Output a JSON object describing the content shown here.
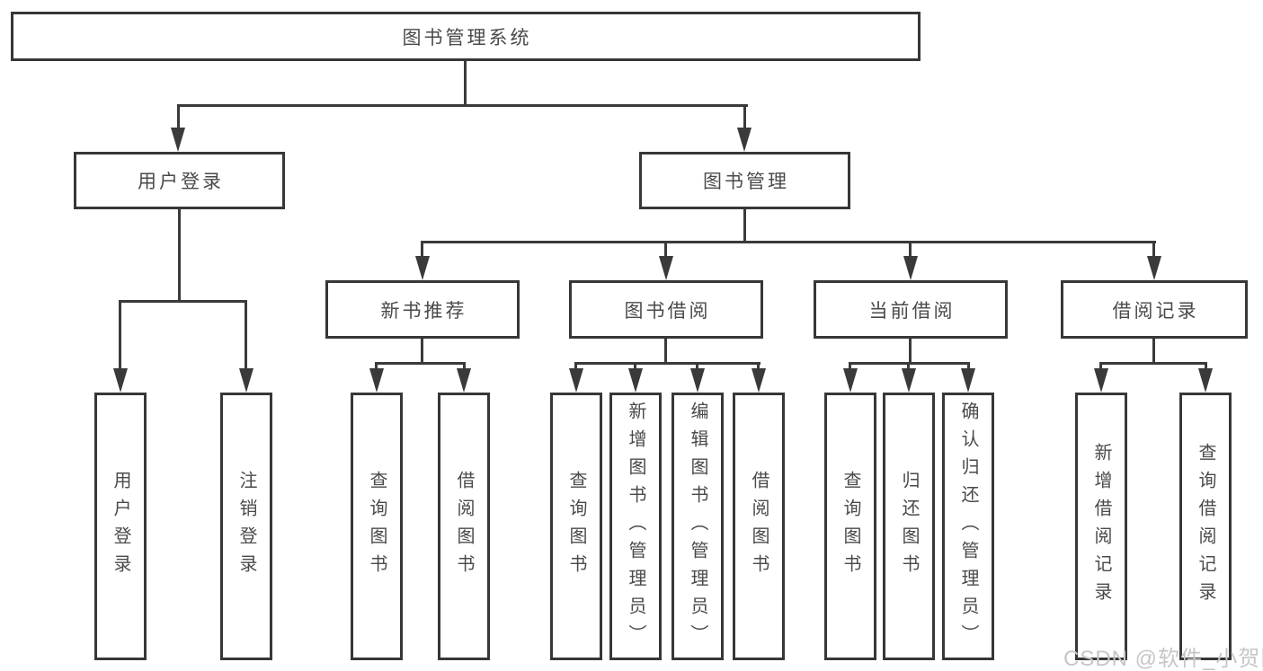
{
  "tree": {
    "root": {
      "label": "图书管理系统"
    },
    "branches": [
      {
        "label": "用户登录",
        "children": [
          {
            "label": "用户登录"
          },
          {
            "label": "注销登录"
          }
        ]
      },
      {
        "label": "图书管理",
        "children": [
          {
            "label": "新书推荐",
            "children": [
              {
                "label": "查询图书"
              },
              {
                "label": "借阅图书"
              }
            ]
          },
          {
            "label": "图书借阅",
            "children": [
              {
                "label": "查询图书"
              },
              {
                "label": "新增图书（管理员）"
              },
              {
                "label": "编辑图书（管理员）"
              },
              {
                "label": "借阅图书"
              }
            ]
          },
          {
            "label": "当前借阅",
            "children": [
              {
                "label": "查询图书"
              },
              {
                "label": "归还图书"
              },
              {
                "label": "确认归还（管理员）"
              }
            ]
          },
          {
            "label": "借阅记录",
            "children": [
              {
                "label": "新增借阅记录"
              },
              {
                "label": "查询借阅记录"
              }
            ]
          }
        ]
      }
    ]
  },
  "watermark": {
    "text": "CSDN @软件_小贺同学"
  },
  "colors": {
    "line": "#3a3a3a",
    "border": "#373737",
    "text": "#4a4a4a",
    "watermark": "#c6c6c6",
    "background": "#ffffff"
  }
}
